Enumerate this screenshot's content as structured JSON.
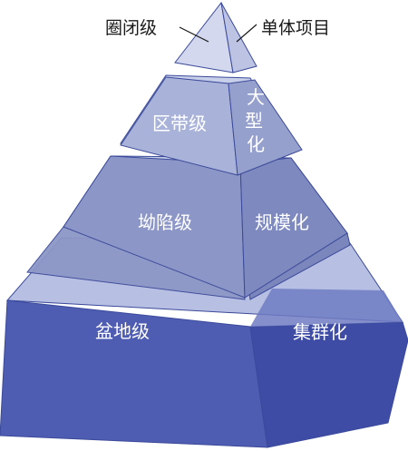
{
  "labels": {
    "tier1_left": "圈闭级",
    "tier1_right": "单体项目",
    "tier2_left": "区带级",
    "tier2_right_line1": "大",
    "tier2_right_line2": "型",
    "tier2_right_line3": "化",
    "tier3_left": "坳陷级",
    "tier3_right": "规模化",
    "tier4_left": "盆地级",
    "tier4_right": "集群化"
  },
  "colors": {
    "tier1_front": "#d3d8ef",
    "tier1_side": "#bcc3e3",
    "tier2_front": "#a9b3d9",
    "tier2_side": "#8f99c9",
    "tier3_front": "#8d97c7",
    "tier3_side": "#7b86bd",
    "tier4_front": "#4e5cb2",
    "tier4_side": "#3e4ca6",
    "top_face": "#c8cfe9",
    "outline": "#3b4a9a"
  }
}
